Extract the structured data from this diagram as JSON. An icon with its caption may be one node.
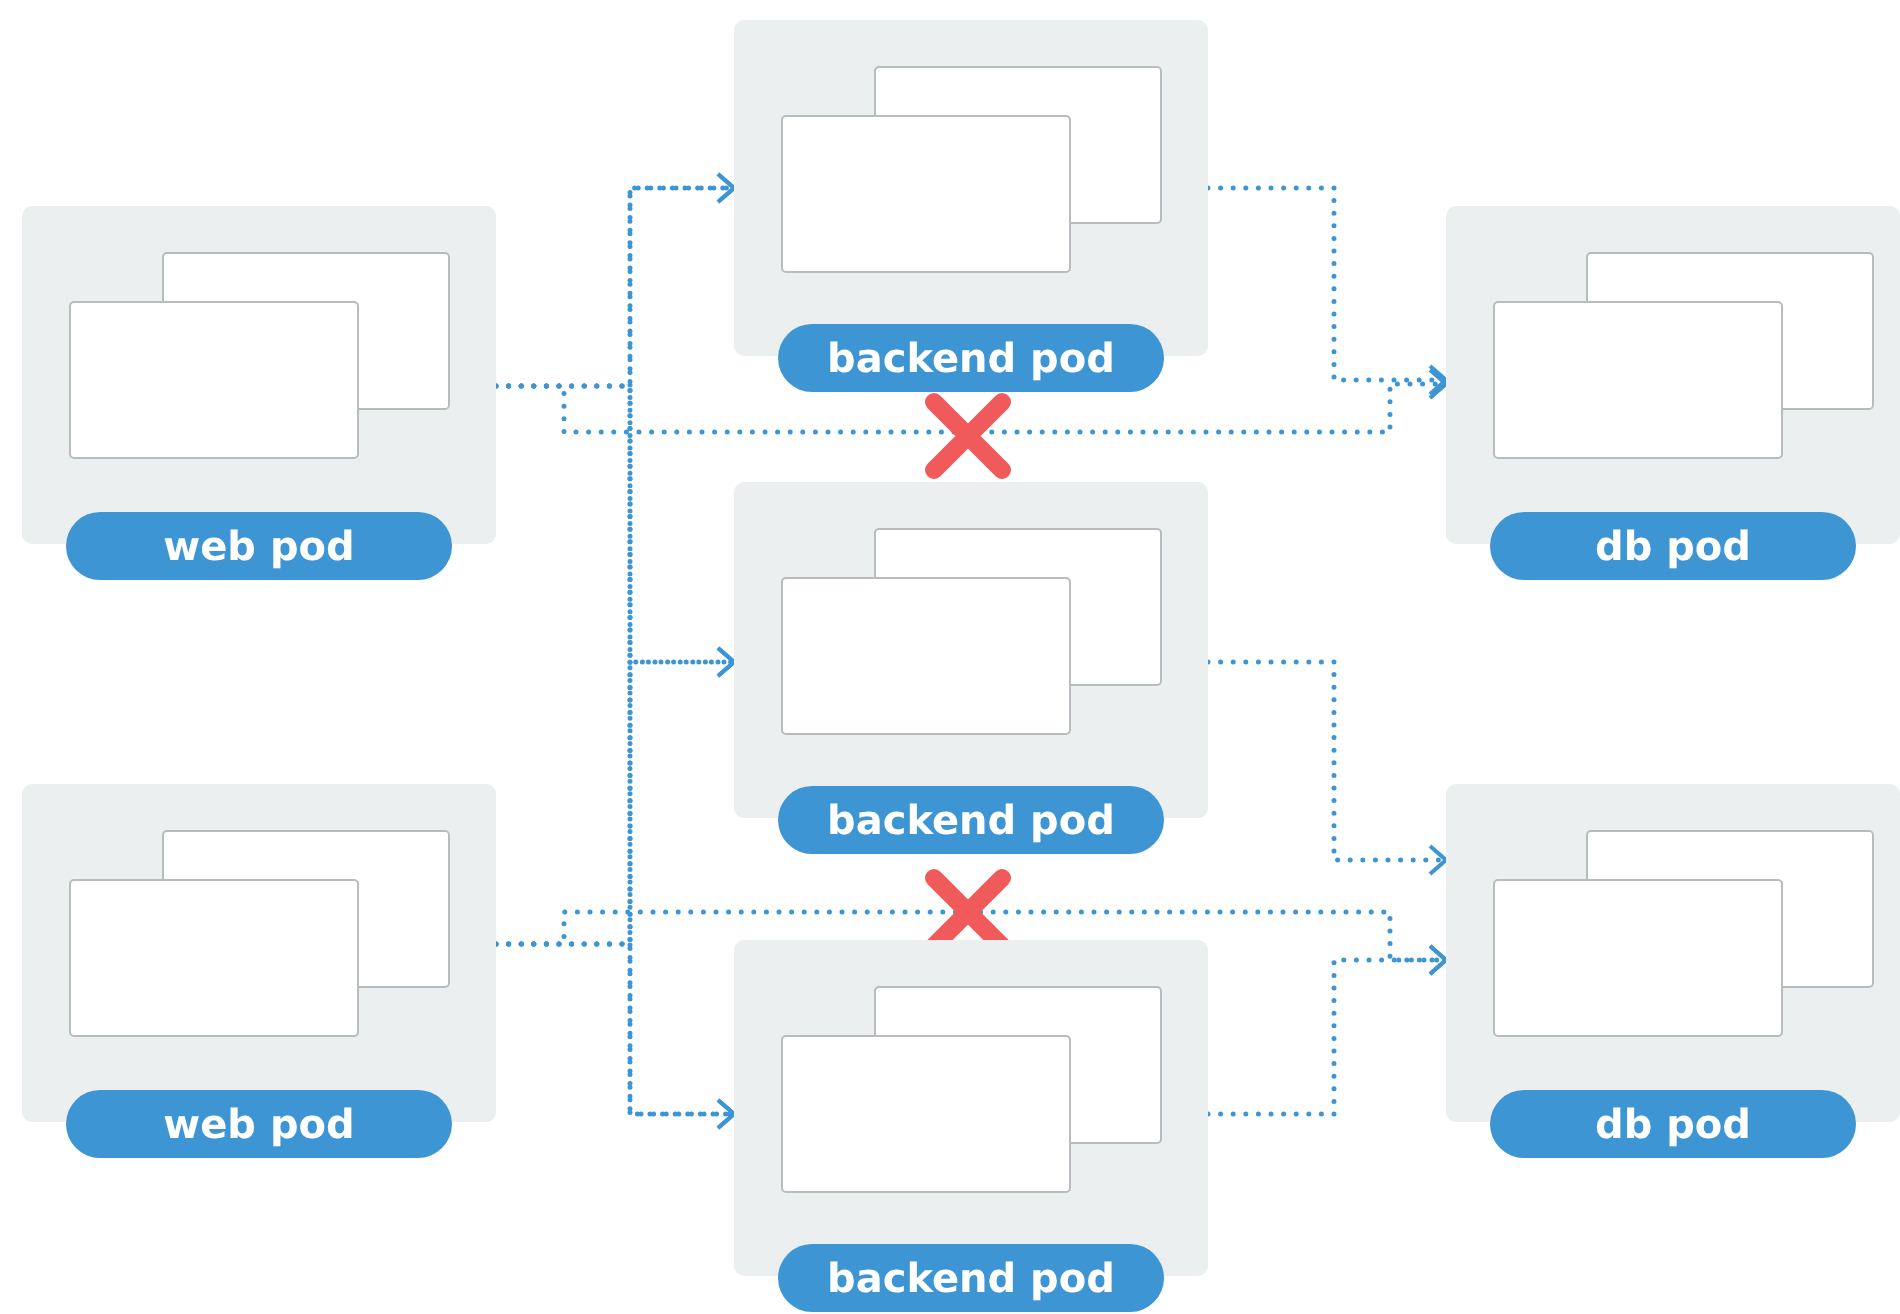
{
  "diagram": {
    "nodes": [
      {
        "text": [
          "backend pod"
        ]
      },
      {
        "text": [
          "web pod"
        ]
      },
      {
        "text": [
          "db pod"
        ]
      },
      {
        "text": [
          "backend pod"
        ]
      },
      {
        "text": [
          "web pod"
        ]
      },
      {
        "text": [
          "db pod"
        ]
      },
      {
        "text": [
          "backend pod"
        ]
      }
    ],
    "edges": [
      {
        "from": 1,
        "to": 0,
        "arrow": "to"
      },
      {
        "from": 1,
        "to": 3,
        "arrow": "to"
      },
      {
        "from": 1,
        "to": 6,
        "arrow": "to"
      },
      {
        "from": 4,
        "to": 0,
        "arrow": "to"
      },
      {
        "from": 4,
        "to": 3,
        "arrow": "to"
      },
      {
        "from": 4,
        "to": 6,
        "arrow": "to"
      },
      {
        "from": 1,
        "to": 2,
        "arrow": "to"
      },
      {
        "from": 4,
        "to": 5,
        "arrow": "to"
      },
      {
        "from": 0,
        "to": 2,
        "arrow": "to"
      },
      {
        "from": 3,
        "to": 5,
        "arrow": "to"
      },
      {
        "from": 6,
        "to": 5,
        "arrow": "to"
      }
    ]
  }
}
